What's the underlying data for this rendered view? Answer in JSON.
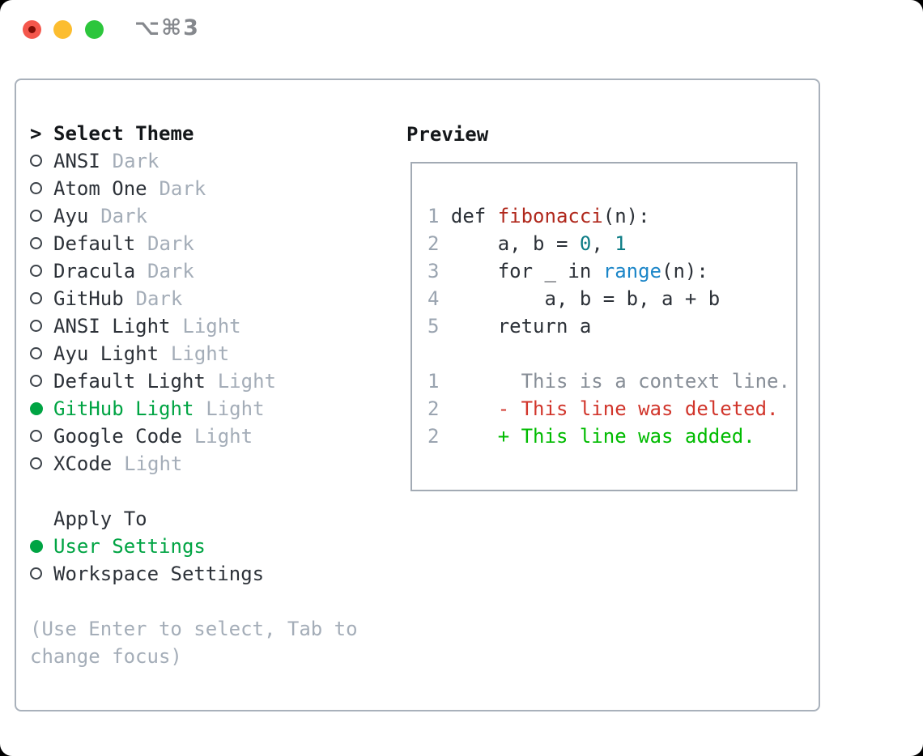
{
  "window": {
    "title": "⌥⌘3",
    "traffic_lights": {
      "close": "red-close-circle",
      "minimize": "yellow-minimize-circle",
      "zoom": "green-zoom-circle"
    }
  },
  "theme_picker": {
    "header": "Select Theme",
    "cursor_glyph": ">",
    "themes": [
      {
        "name": "ANSI",
        "variant": "Dark",
        "selected": false
      },
      {
        "name": "Atom One",
        "variant": "Dark",
        "selected": false
      },
      {
        "name": "Ayu",
        "variant": "Dark",
        "selected": false
      },
      {
        "name": "Default",
        "variant": "Dark",
        "selected": false
      },
      {
        "name": "Dracula",
        "variant": "Dark",
        "selected": false
      },
      {
        "name": "GitHub",
        "variant": "Dark",
        "selected": false
      },
      {
        "name": "ANSI Light",
        "variant": "Light",
        "selected": false
      },
      {
        "name": "Ayu Light",
        "variant": "Light",
        "selected": false
      },
      {
        "name": "Default Light",
        "variant": "Light",
        "selected": false
      },
      {
        "name": "GitHub Light",
        "variant": "Light",
        "selected": true
      },
      {
        "name": "Google Code",
        "variant": "Light",
        "selected": false
      },
      {
        "name": "XCode",
        "variant": "Light",
        "selected": false
      }
    ]
  },
  "apply_to": {
    "header": "Apply To",
    "options": [
      {
        "name": "User Settings",
        "selected": true
      },
      {
        "name": "Workspace Settings",
        "selected": false
      }
    ]
  },
  "help_text": "(Use Enter to select, Tab to\nchange focus)",
  "preview": {
    "title": "Preview",
    "lines": [
      {
        "num": "1",
        "tokens": [
          {
            "text": "def ",
            "cls": "code"
          },
          {
            "text": "fibonacci",
            "cls": "func"
          },
          {
            "text": "(n):",
            "cls": "code"
          }
        ]
      },
      {
        "num": "2",
        "tokens": [
          {
            "text": "    a, b = ",
            "cls": "code"
          },
          {
            "text": "0",
            "cls": "lit"
          },
          {
            "text": ", ",
            "cls": "code"
          },
          {
            "text": "1",
            "cls": "lit"
          }
        ]
      },
      {
        "num": "3",
        "tokens": [
          {
            "text": "    for _ in ",
            "cls": "code"
          },
          {
            "text": "range",
            "cls": "call"
          },
          {
            "text": "(n):",
            "cls": "code"
          }
        ]
      },
      {
        "num": "4",
        "tokens": [
          {
            "text": "        a, b = b, a + b",
            "cls": "code"
          }
        ]
      },
      {
        "num": "5",
        "tokens": [
          {
            "text": "    return a",
            "cls": "code"
          }
        ]
      },
      {
        "num": "",
        "tokens": []
      },
      {
        "num": "1",
        "tokens": [
          {
            "text": "      This is a context line.",
            "cls": "ctx"
          }
        ]
      },
      {
        "num": "2",
        "tokens": [
          {
            "text": "    ",
            "cls": "code"
          },
          {
            "text": "- This line was deleted.",
            "cls": "del"
          }
        ]
      },
      {
        "num": "2",
        "tokens": [
          {
            "text": "    ",
            "cls": "code"
          },
          {
            "text": "+ This line was added.",
            "cls": "add"
          }
        ]
      }
    ]
  },
  "colors": {
    "selected_green": "#00a443",
    "added_green": "#00bb00",
    "deleted_red": "#d1352b",
    "function_red": "#b0281c",
    "number_teal": "#0c7c85",
    "call_blue": "#1c86c8",
    "muted_gray": "#a4adb8",
    "text_dark": "#2c3138",
    "border_gray": "#a9b1bb"
  }
}
